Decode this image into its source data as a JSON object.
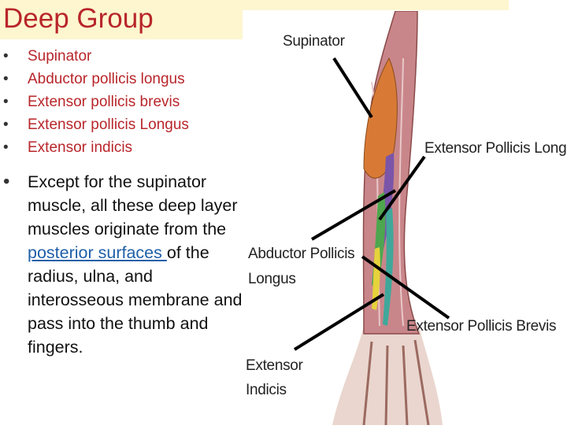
{
  "slide": {
    "title": "Deep Group",
    "bullets": [
      "Supinator",
      "Abductor pollicis longus",
      "Extensor pollicis brevis",
      "Extensor pollicis Longus",
      "Extensor indicis"
    ],
    "paragraph": {
      "before": "Except for the supinator muscle, all these deep layer muscles originate from the ",
      "link": "posterior surfaces ",
      "after": "of the radius, ulna, and interosseous membrane and pass into the thumb and fingers."
    }
  },
  "figure": {
    "labels": {
      "supinator": "Supinator",
      "epl": "Extensor Pollicis Longus",
      "apl_line1": "Abductor Pollicis",
      "apl_line2": "Longus",
      "epb": "Extensor Pollicis Brevis",
      "ei_line1": "Extensor",
      "ei_line2": "Indicis"
    }
  },
  "colors": {
    "title": "#b8262a",
    "link": "#1f5fa8",
    "title_band": "#fdf6cf"
  }
}
